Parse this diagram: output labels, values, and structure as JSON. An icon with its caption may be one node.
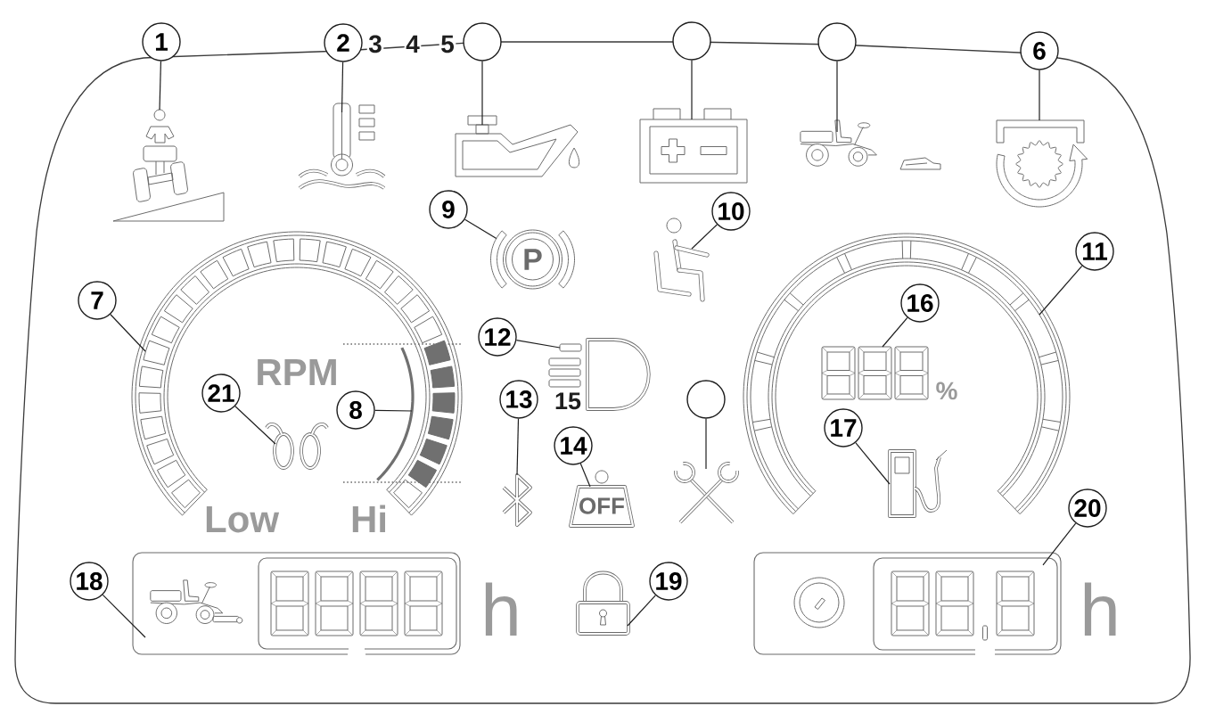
{
  "diagram": {
    "nodes": [
      {
        "text": [
          "1"
        ]
      },
      {
        "text": [
          "2"
        ]
      },
      {
        "text": [],
        "shape": "circle"
      },
      {
        "text": [],
        "shape": "circle"
      },
      {
        "text": [],
        "shape": "circle"
      },
      {
        "text": [
          "6"
        ]
      },
      {
        "text": [],
        "shape": "picture"
      },
      {
        "text": [],
        "shape": "picture"
      },
      {
        "text": [],
        "shape": "picture"
      },
      {
        "text": [],
        "shape": "picture"
      },
      {
        "text": [],
        "shape": "picture"
      },
      {
        "text": [],
        "shape": "picture"
      },
      {
        "text": [
          "9"
        ]
      },
      {
        "text": [
          "P"
        ]
      },
      {
        "text": [
          "10"
        ]
      },
      {
        "text": [],
        "shape": "picture"
      },
      {
        "text": [
          "11"
        ]
      },
      {
        "text": [
          "7"
        ]
      },
      {
        "text": [],
        "shape": "arc"
      },
      {
        "text": [],
        "shape": "arc"
      },
      {
        "text": [
          "16"
        ],
        "in": 19
      },
      {
        "text": [
          "12"
        ]
      },
      {
        "text": [],
        "shape": "picture"
      },
      {
        "text": [],
        "shape": "picture",
        "in": 19
      },
      {
        "text": [
          "21"
        ],
        "in": 18
      },
      {
        "text": [
          "8"
        ],
        "in": 18
      },
      {
        "text": [],
        "shape": "arc",
        "in": 18
      },
      {
        "text": [],
        "shape": "circle"
      },
      {
        "text": [
          "13"
        ]
      },
      {
        "text": [
          "14"
        ]
      },
      {
        "text": [
          "17"
        ],
        "in": 19
      },
      {
        "text": [],
        "shape": "picture",
        "in": 18
      },
      {
        "text": [],
        "shape": "picture"
      },
      {
        "text": [
          "OFF"
        ]
      },
      {
        "text": [],
        "shape": "picture"
      },
      {
        "text": [],
        "shape": "picture",
        "in": 19
      },
      {
        "text": [
          "20"
        ]
      },
      {
        "text": [
          "18"
        ]
      },
      {
        "text": [],
        "shape": "box"
      },
      {
        "text": [
          "19"
        ]
      },
      {
        "text": [],
        "shape": "picture"
      },
      {
        "text": [],
        "shape": "box"
      }
    ],
    "edges": [
      {
        "from": 0,
        "to": 6,
        "arrow": "none"
      },
      {
        "from": 1,
        "to": 7,
        "arrow": "none"
      },
      {
        "from": 2,
        "to": 8,
        "arrow": "none"
      },
      {
        "from": 3,
        "to": 9,
        "arrow": "none"
      },
      {
        "from": 4,
        "to": 10,
        "arrow": "none"
      },
      {
        "from": 5,
        "to": 11,
        "arrow": "none"
      },
      {
        "from": 12,
        "to": 13,
        "arrow": "none"
      },
      {
        "from": 14,
        "to": 15,
        "arrow": "none"
      },
      {
        "from": 16,
        "to": 19,
        "arrow": "none"
      },
      {
        "from": 17,
        "to": 18,
        "arrow": "none"
      },
      {
        "from": 20,
        "to": 23,
        "arrow": "none"
      },
      {
        "from": 21,
        "to": 22,
        "arrow": "none"
      },
      {
        "from": 24,
        "to": 31,
        "arrow": "none"
      },
      {
        "from": 25,
        "to": 26,
        "arrow": "none"
      },
      {
        "from": 27,
        "to": 34,
        "arrow": "none"
      },
      {
        "from": 28,
        "to": 32,
        "arrow": "none"
      },
      {
        "from": 29,
        "to": 33,
        "arrow": "none"
      },
      {
        "from": 30,
        "to": 35,
        "arrow": "none"
      },
      {
        "from": 36,
        "to": 41,
        "arrow": "none"
      },
      {
        "from": 37,
        "to": 38,
        "arrow": "none"
      },
      {
        "from": 39,
        "to": 40,
        "arrow": "none"
      }
    ],
    "labels": [
      "3",
      "4",
      "5",
      "RPM",
      "%",
      "15",
      "Low",
      "Hi",
      "h",
      "h"
    ]
  }
}
